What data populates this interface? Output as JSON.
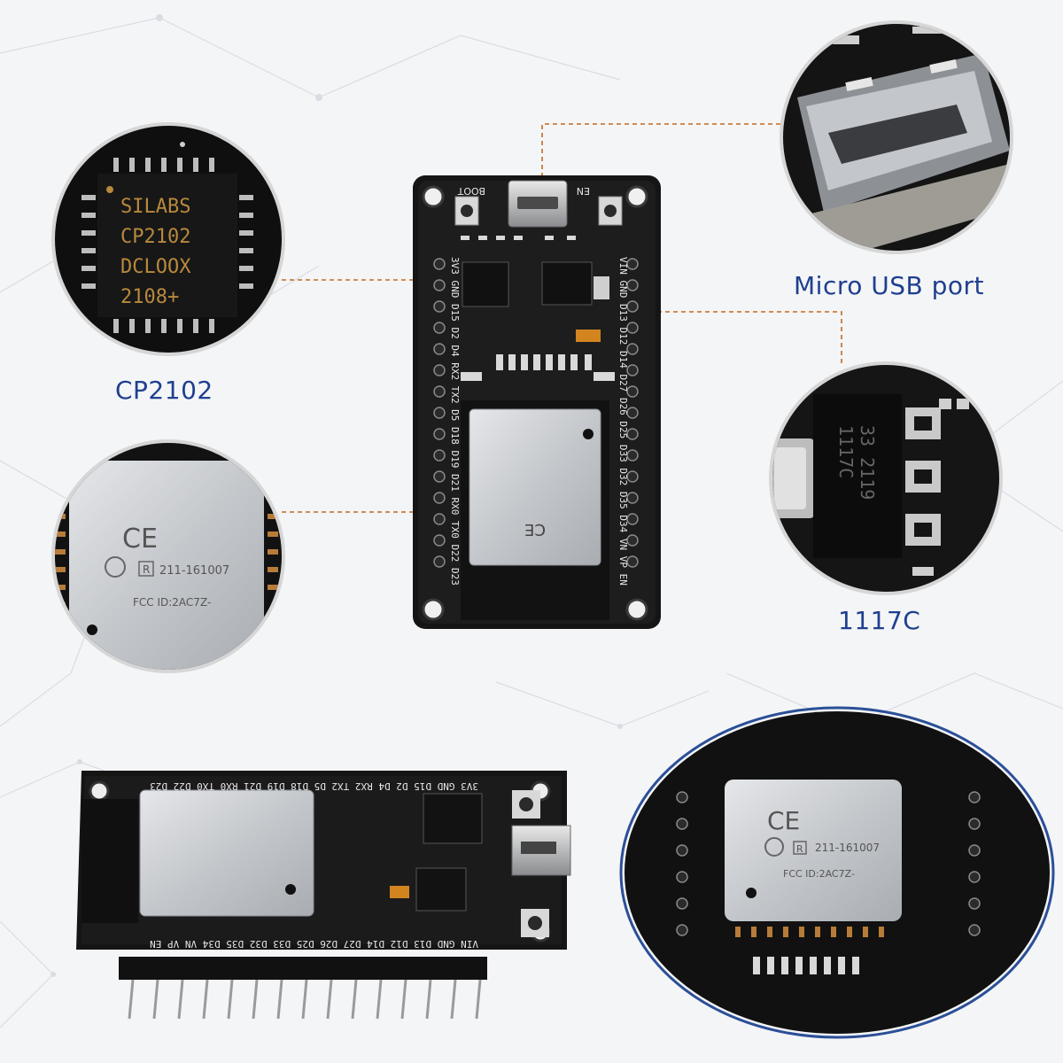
{
  "captions": {
    "micro_usb": "Micro  USB port",
    "cp2102": "CP2102",
    "regulator": "1117C"
  },
  "chip_cp2102": {
    "line1": "SILABS",
    "line2": "CP2102",
    "line3": "DCLOOX",
    "line4": "2108+"
  },
  "module": {
    "ce": "CE",
    "r_mark": "R",
    "cert": "211-161007",
    "fcc": "FCC ID:2AC7Z-"
  },
  "regulator_chip": {
    "line1": "1117C",
    "line2": "33  2119"
  },
  "board": {
    "boot_label": "BOOT",
    "en_label": "EN",
    "left_pins": "3V3 GND D15 D2 D4 RX2 TX2 D5 D18 D19 D21 RX0 TX0 D22 D23",
    "right_pins": "VIN GND D13 D12 D14 D27 D26 D25 D33 D32 D35 D34 VN VP EN"
  },
  "colors": {
    "caption": "#1f3f8f",
    "pcb": "#141414",
    "shield": "#c9cccf",
    "leader_line": "#c56a1e"
  }
}
